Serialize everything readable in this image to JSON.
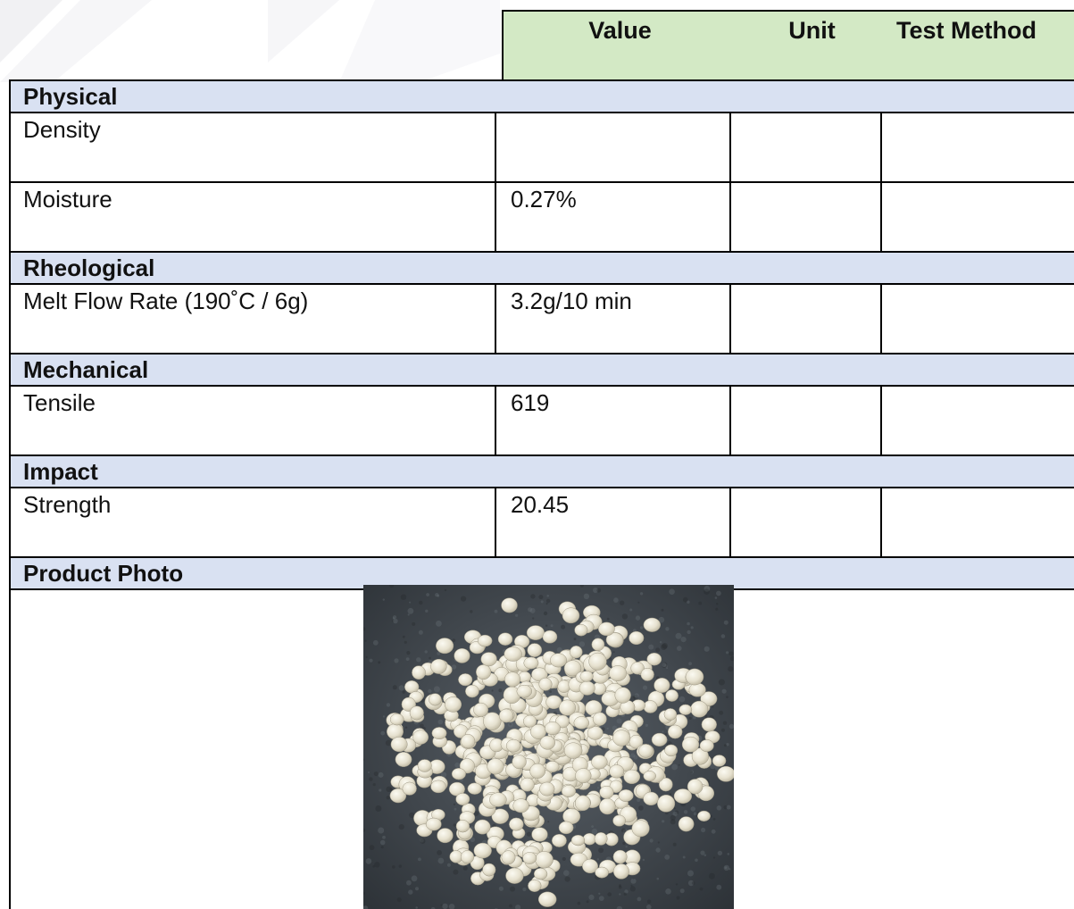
{
  "header": {
    "value_label": "Value",
    "unit_label": "Unit",
    "method_label": "Test Method"
  },
  "sections": [
    {
      "title": "Physical",
      "rows": [
        {
          "property": "Density",
          "value": "",
          "unit": "",
          "method": ""
        },
        {
          "property": "Moisture",
          "value": "0.27%",
          "unit": "",
          "method": ""
        }
      ]
    },
    {
      "title": "Rheological",
      "rows": [
        {
          "property": "Melt Flow Rate (190˚C / 6g)",
          "value": "3.2g/10 min",
          "unit": "",
          "method": ""
        }
      ]
    },
    {
      "title": "Mechanical",
      "rows": [
        {
          "property": "Tensile",
          "value": "619",
          "unit": "",
          "method": ""
        }
      ]
    },
    {
      "title": "Impact",
      "rows": [
        {
          "property": "Strength",
          "value": "20.45",
          "unit": "",
          "method": ""
        }
      ]
    }
  ],
  "photo_section": {
    "title": "Product Photo"
  },
  "colors": {
    "header_bg": "#d3e9c5",
    "section_bg": "#d9e1f2",
    "photo_bg": "#3b4248",
    "pellet": "#eeeadb"
  }
}
